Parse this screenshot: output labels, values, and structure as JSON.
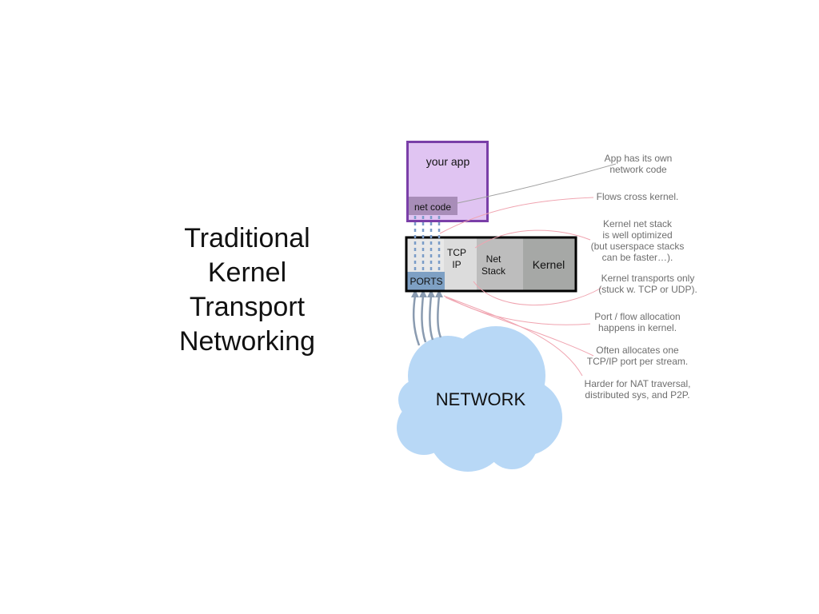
{
  "title_lines": [
    "Traditional",
    "Kernel",
    "Transport",
    "Networking"
  ],
  "labels": {
    "app": "your app",
    "net_code": "net code",
    "tcp": "TCP",
    "ip": "IP",
    "net": "Net",
    "stack": "Stack",
    "kernel": "Kernel",
    "ports": "PORTS",
    "network": "NETWORK"
  },
  "annotations": [
    [
      "App has its own",
      "network code"
    ],
    [
      "Flows cross kernel."
    ],
    [
      "Kernel net stack",
      "is well optimized",
      "(but userspace stacks",
      "can be faster…)."
    ],
    [
      "Kernel transports only",
      "(stuck w. TCP or UDP)."
    ],
    [
      "Port / flow allocation",
      "happens in kernel."
    ],
    [
      "Often allocates one",
      "TCP/IP port per stream."
    ],
    [
      "Harder for NAT traversal,",
      "distributed sys, and P2P."
    ]
  ],
  "colors": {
    "app_fill": "#e0c4f2",
    "app_border": "#7a3fa8",
    "net_code_fill": "#a88db8",
    "kernel_border": "#000000",
    "tcp_fill": "#dcdcdc",
    "netstack_fill": "#bdbdbd",
    "kernel_fill": "#a6a8a6",
    "ports_fill": "#7ea0c4",
    "cloud_fill": "#b8d8f6",
    "arrow": "#8a9bb0",
    "dashed": "#7a9cc8",
    "leader_pink": "#f0a4b0",
    "leader_gray": "#a0a0a0"
  }
}
